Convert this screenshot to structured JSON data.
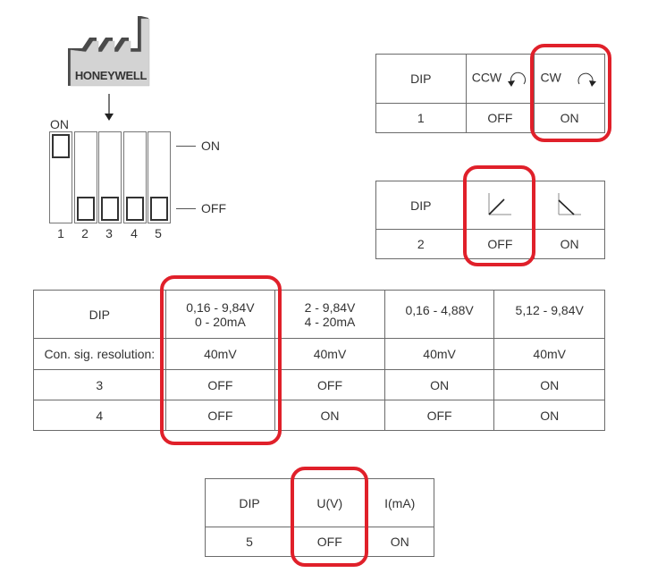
{
  "factory": {
    "label": "HONEYWELL",
    "icon": "factory-icon"
  },
  "dip_switch": {
    "on_label": "ON",
    "legend_on": "ON",
    "legend_off": "OFF",
    "switches": [
      {
        "number": "1",
        "state": "ON"
      },
      {
        "number": "2",
        "state": "OFF"
      },
      {
        "number": "3",
        "state": "OFF"
      },
      {
        "number": "4",
        "state": "OFF"
      },
      {
        "number": "5",
        "state": "OFF"
      }
    ]
  },
  "table_dip1": {
    "headers": [
      "DIP",
      "CCW",
      "CW"
    ],
    "row": [
      "1",
      "OFF",
      "ON"
    ],
    "highlighted_column": "CW",
    "icons": [
      "rotate-ccw-icon",
      "rotate-cw-icon"
    ]
  },
  "table_dip2": {
    "headers": [
      "DIP",
      "rising-slope-icon",
      "falling-slope-icon"
    ],
    "row": [
      "2",
      "OFF",
      "ON"
    ],
    "highlighted_column": "rising-slope"
  },
  "table_dip34": {
    "headers": [
      "DIP",
      "0,16 - 9,84V",
      "2 - 9,84V",
      "0,16 - 4,88V",
      "5,12 - 9,84V"
    ],
    "headers_line2": [
      "",
      "0 - 20mA",
      "4 - 20mA",
      "",
      ""
    ],
    "rows": [
      [
        "Con. sig. resolution:",
        "40mV",
        "40mV",
        "40mV",
        "40mV"
      ],
      [
        "3",
        "OFF",
        "OFF",
        "ON",
        "ON"
      ],
      [
        "4",
        "OFF",
        "ON",
        "OFF",
        "ON"
      ]
    ],
    "highlighted_column": "0,16 - 9,84V / 0 - 20mA"
  },
  "table_dip5": {
    "headers": [
      "DIP",
      "U(V)",
      "I(mA)"
    ],
    "row": [
      "5",
      "OFF",
      "ON"
    ],
    "highlighted_column": "U(V)"
  },
  "colors": {
    "highlight": "#e0202a",
    "border": "#6b6b6b",
    "factory_fill": "#d3d3d3",
    "factory_shadow": "#4a4a4a"
  }
}
